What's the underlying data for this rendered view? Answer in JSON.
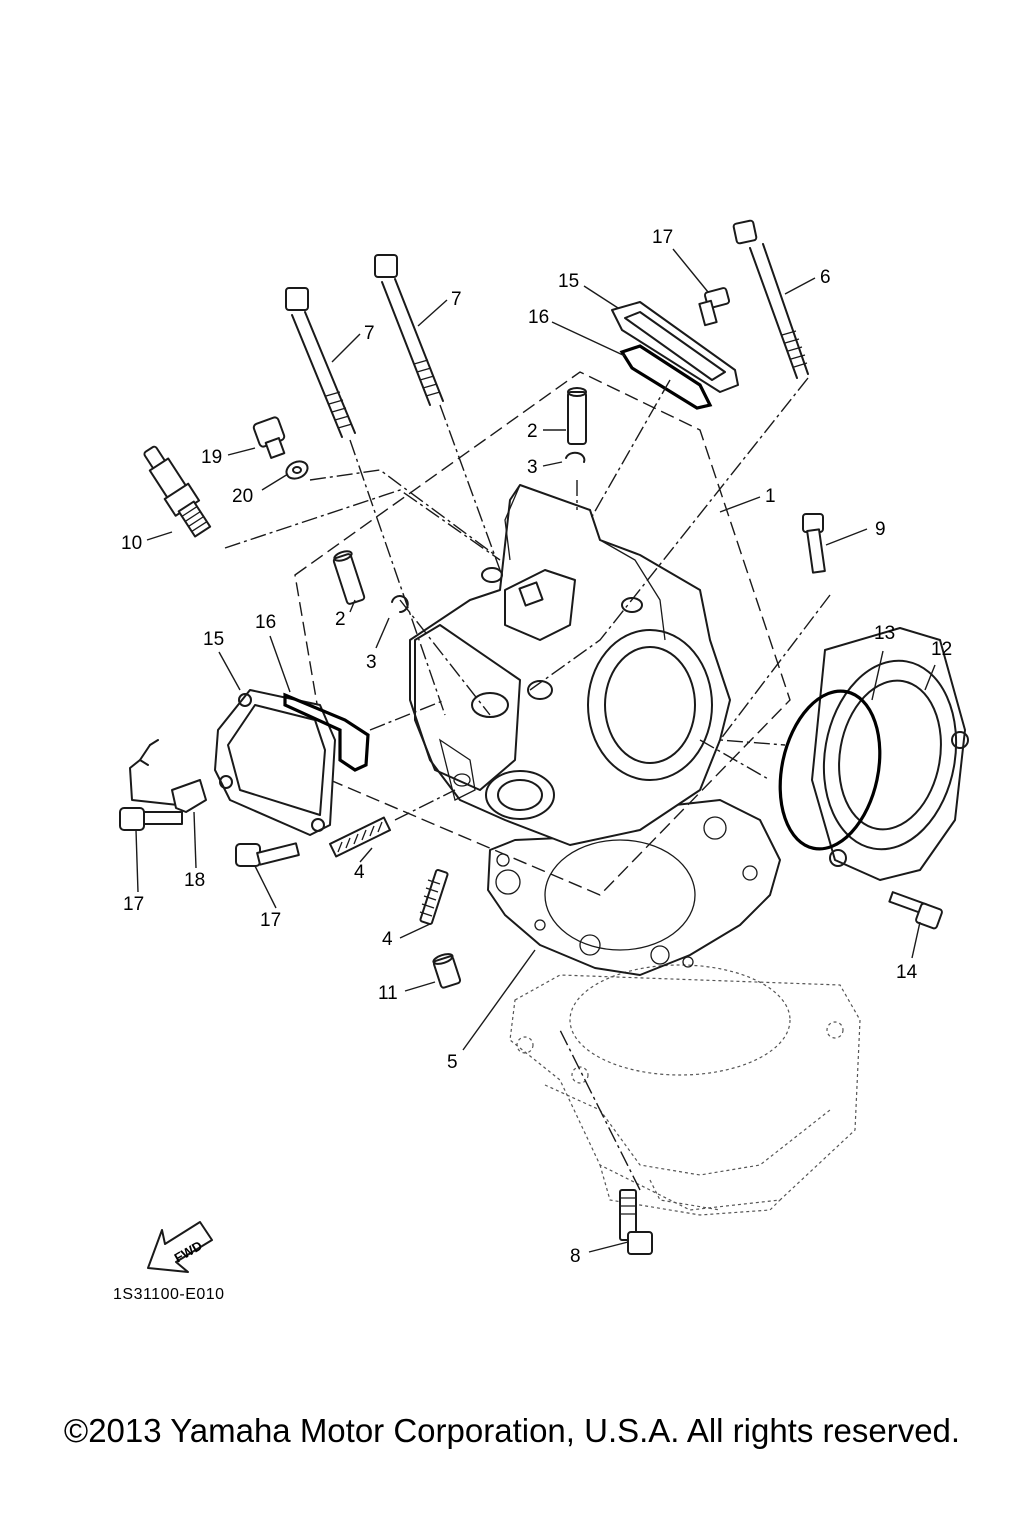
{
  "diagram": {
    "callouts": {
      "c1": "1",
      "c2a": "2",
      "c2b": "2",
      "c3a": "3",
      "c3b": "3",
      "c4a": "4",
      "c4b": "4",
      "c5": "5",
      "c6": "6",
      "c7a": "7",
      "c7b": "7",
      "c8": "8",
      "c9": "9",
      "c10": "10",
      "c11": "11",
      "c12": "12",
      "c13": "13",
      "c14": "14",
      "c15a": "15",
      "c15b": "15",
      "c16a": "16",
      "c16b": "16",
      "c17a": "17",
      "c17b": "17",
      "c17c": "17",
      "c18": "18",
      "c19": "19",
      "c20": "20"
    },
    "fwd_label": "FWD",
    "diagram_code": "1S31100-E010"
  },
  "footer": {
    "copyright": "©2013 Yamaha Motor Corporation, U.S.A. All rights reserved."
  }
}
